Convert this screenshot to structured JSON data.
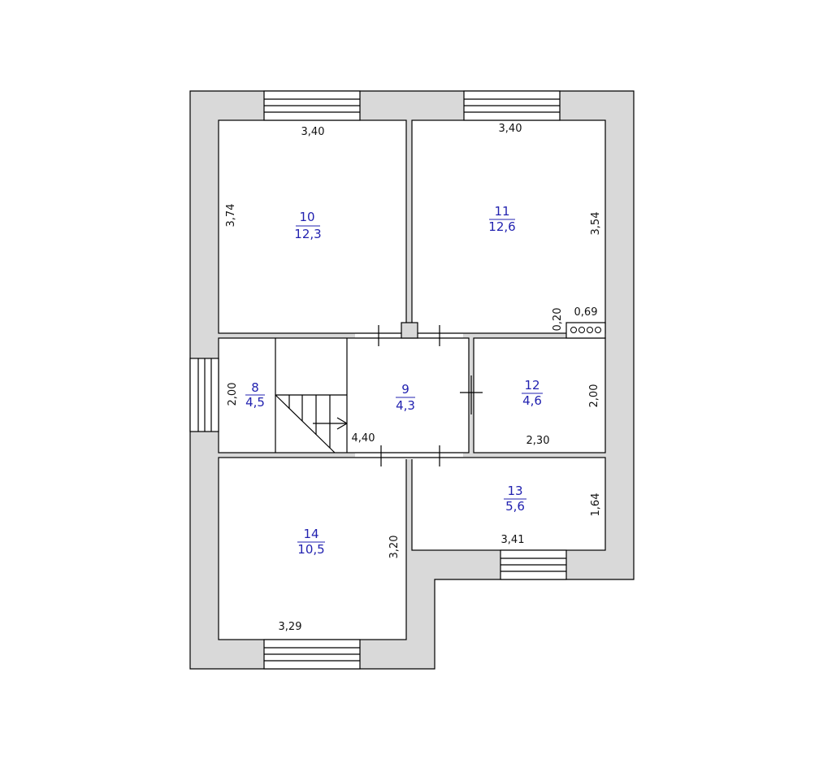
{
  "colors": {
    "wall_fill": "#d9d9d9",
    "room_fill": "#ffffff",
    "line": "#000000",
    "label_blue": "#2222b0",
    "dimension_text": "#111111"
  },
  "rooms": [
    {
      "id": "10",
      "number": "10",
      "area": "12,3"
    },
    {
      "id": "11",
      "number": "11",
      "area": "12,6"
    },
    {
      "id": "8",
      "number": "8",
      "area": "4,5"
    },
    {
      "id": "9",
      "number": "9",
      "area": "4,3"
    },
    {
      "id": "12",
      "number": "12",
      "area": "4,6"
    },
    {
      "id": "13",
      "number": "13",
      "area": "5,6"
    },
    {
      "id": "14",
      "number": "14",
      "area": "10,5"
    }
  ],
  "dimensions": {
    "room10_width": "3,40",
    "room10_height": "3,74",
    "room11_width": "3,40",
    "room11_height": "3,54",
    "niche_depth": "0,20",
    "niche_width": "0,69",
    "room8_height": "2,00",
    "corridor_length": "4,40",
    "room12_width": "2,30",
    "room12_height": "2,00",
    "room13_width": "3,41",
    "room13_height": "1,64",
    "room14_width": "3,29",
    "room14_height": "3,20"
  }
}
